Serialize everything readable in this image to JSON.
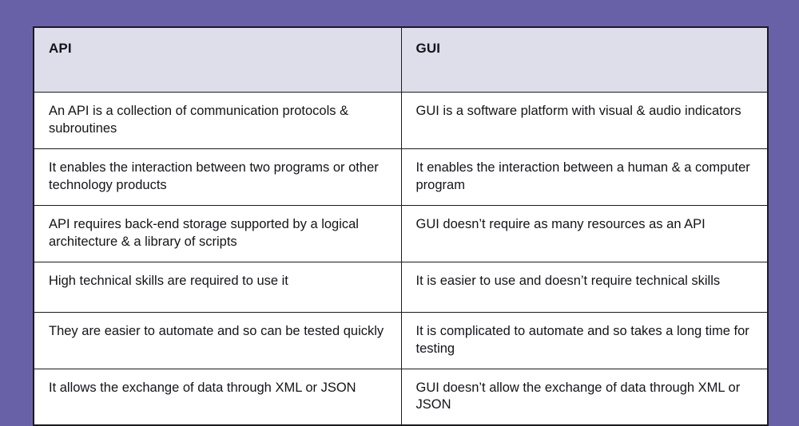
{
  "page": {
    "background_color": "#6961A8",
    "table_border_color": "#1b1b1f",
    "header_background_color": "#DEDEEA",
    "body_background_color": "#ffffff",
    "text_color": "#14141a"
  },
  "table": {
    "columns": [
      {
        "key": "api",
        "header": "API"
      },
      {
        "key": "gui",
        "header": "GUI"
      }
    ],
    "rows": [
      {
        "api": "An API is a collection of communication protocols & subroutines",
        "gui": "GUI is a software platform with visual & audio indicators"
      },
      {
        "api": "It enables the interaction between two programs or other technology products",
        "gui": "It enables the interaction between a human & a computer program"
      },
      {
        "api": "API requires back-end storage supported by a logical architecture & a library of scripts",
        "gui": "GUI doesn’t require as many resources as an API"
      },
      {
        "api": "High technical skills are required to use it",
        "gui": "It is easier to use and doesn’t require technical skills"
      },
      {
        "api": "They are easier to automate and so can be tested quickly",
        "gui": "It is complicated to automate and so takes a long time for testing"
      },
      {
        "api": "It allows the exchange of data through XML or JSON",
        "gui": "GUI doesn’t allow the exchange of data through XML or JSON"
      }
    ]
  }
}
